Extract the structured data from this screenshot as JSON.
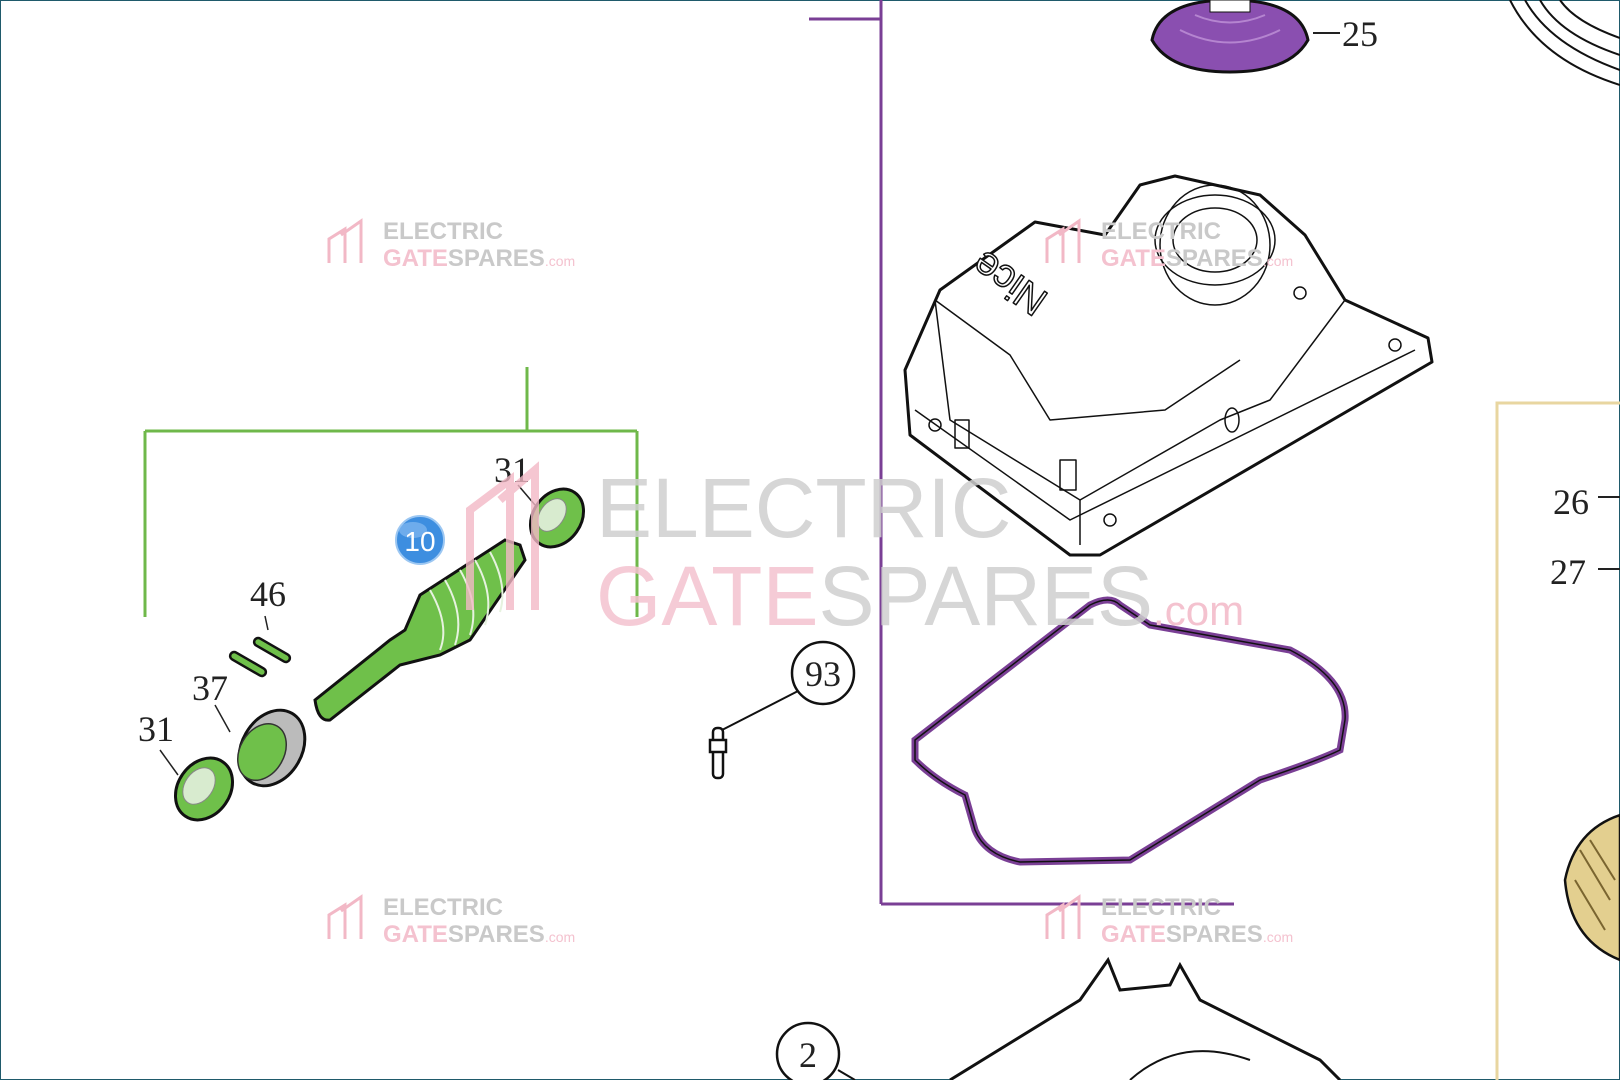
{
  "diagram": {
    "brand_on_cover": "Nice",
    "part_labels": {
      "p25": "25",
      "p26": "26",
      "p27": "27",
      "p31_top": "31",
      "p31_bottom": "31",
      "p46": "46",
      "p37": "37",
      "p93": "93",
      "p2": "2",
      "p10": "10"
    },
    "colors": {
      "green": "#6fc04a",
      "purple": "#7a3f95",
      "tan": "#e8d6a0",
      "hotspot": "#3d8ee0"
    }
  },
  "watermark": {
    "line1": "ELECTRIC",
    "line2_pink": "GATE",
    "line2_gray": "SPARES",
    "suffix": ".com"
  }
}
